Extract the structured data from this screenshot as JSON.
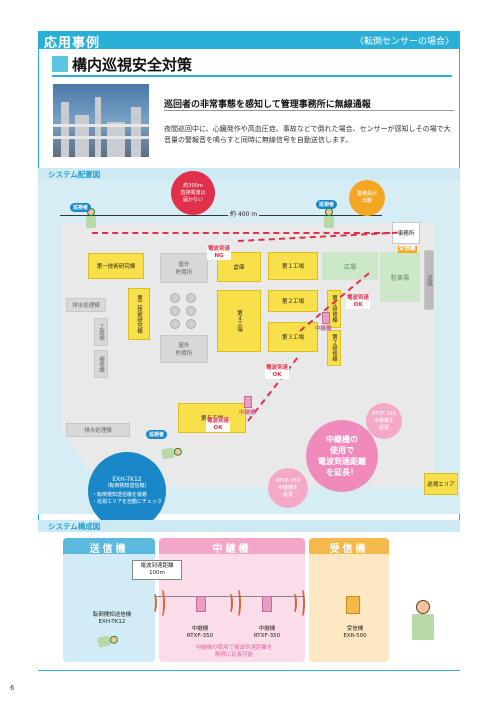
{
  "header": {
    "title": "応用事例",
    "subtitle": "〈転倒センサーの場合〉"
  },
  "title": "構内巡視安全対策",
  "lead": "巡回者の非常事態を感知して管理事務所に無線通報",
  "description": "夜間巡回中に、心臓発作や高血圧症、事故などで倒れた場合、センサーが感知しその場で大音量の警報音を鳴らすと同時に無線信号を自動送信します。",
  "plan": {
    "section_label": "システム配置図",
    "scale": "約 400 m",
    "red_bubble": "約300m\n直接電波は\n届かない",
    "orange_bubble": "警備員が\n出動",
    "office": "事務所",
    "receiver_tag": "受信機",
    "parking": "駐車場",
    "plaza": "広場",
    "road": "道路",
    "patrol_badge": "巡視者",
    "buildings": {
      "lab1": "第一技術研究棟",
      "lab2": "第二技術研究棟",
      "outdoor1": "屋外\n貯蔵所",
      "outdoor2": "屋外\n貯蔵所",
      "warehouse": "倉庫",
      "factory1": "第１工場",
      "factory2": "第２工場",
      "factory3": "第３工場",
      "factory4": "第４工場",
      "factory5": "第５工場",
      "building1": "第１研修棟",
      "building2": "第２研修棟",
      "wastewater1": "排水処理棟",
      "wastewater2": "排水処理棟",
      "works": "工務棟",
      "maintenance": "補修課"
    },
    "ng_tag": "電波到達\nNG",
    "ok_tags": [
      "電波到達\nOK",
      "電波到達\nOK",
      "電波到達\nOK"
    ],
    "relay_label_right": "RTXF-350\n中継機を\n設置",
    "relay_label_bottom": "RTXF-350\n中継機を\n設置",
    "relay_small_tags": [
      "中継機",
      "中継機"
    ],
    "blue_bubble": {
      "model": "EXH-TK12",
      "model_note": "（転倒検知送信機）",
      "bullets": "・転倒検知送信機を装着\n・巡視エリアを自動にチェック"
    },
    "pink_bubble": "中継機の\n使用で\n電波到達距離\nを延長！",
    "area_label": "巡視エリア"
  },
  "system": {
    "section_label": "システム構成図",
    "sender_title": "送信機",
    "relay_title": "中継機",
    "receiver_title": "受信機",
    "distance": "電波到達距離\n100m",
    "sender_label": "転倒検知送信機\nEXH-TK12",
    "relay1_label": "中継機\nRTXF-350",
    "relay2_label": "中継機\nRTXF-350",
    "receiver_label": "受信機\nEXR-500",
    "relay_note": "中継機の使用で電波到達距離を\n無限に延長可能"
  },
  "page_number": "6",
  "colors": {
    "accent": "#2ab0d8",
    "building": "#f9e04a",
    "route": "#e0304a",
    "relay": "#f4a9c9",
    "receiver": "#f5a623"
  }
}
